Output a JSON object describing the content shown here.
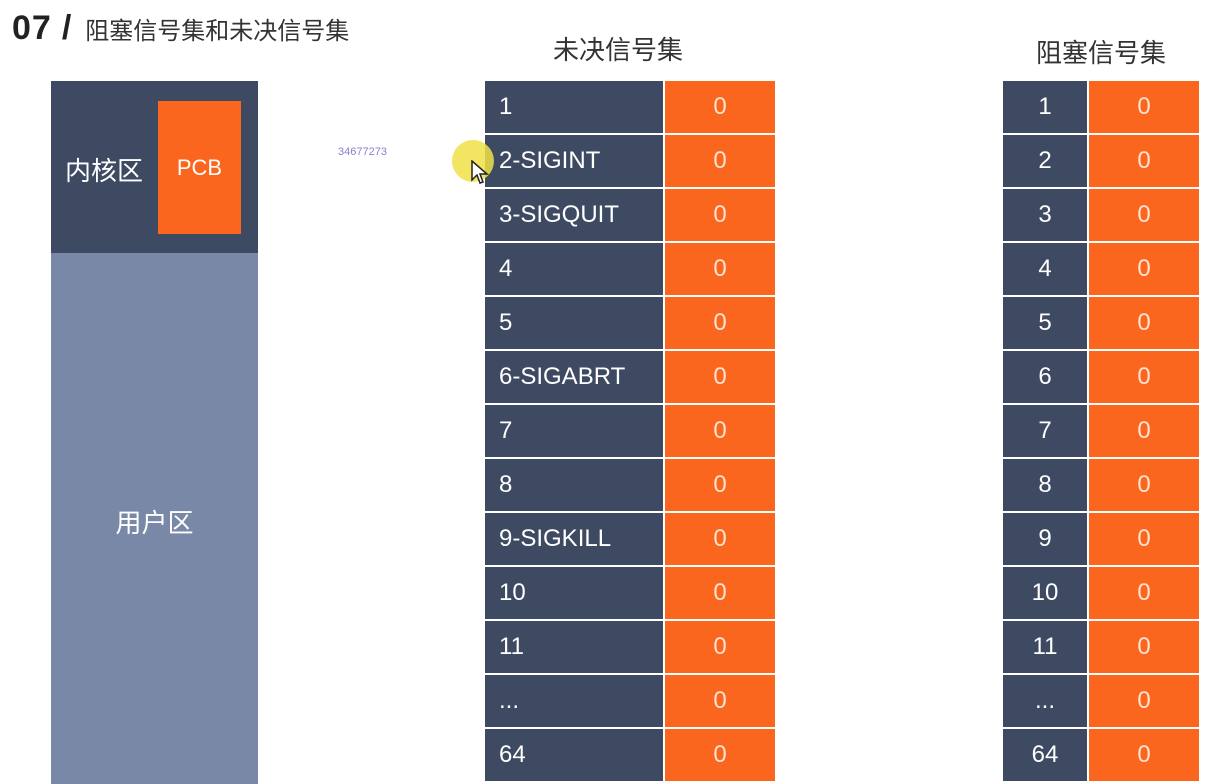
{
  "slide": {
    "number": "07",
    "slash": "/",
    "title": "阻塞信号集和未决信号集"
  },
  "memory": {
    "kernel_label": "内核区",
    "pcb_label": "PCB",
    "user_label": "用户区"
  },
  "watermark": "34677273",
  "pending_set": {
    "title": "未决信号集",
    "rows": [
      {
        "name": "1",
        "value": "0"
      },
      {
        "name": "2-SIGINT",
        "value": "0"
      },
      {
        "name": "3-SIGQUIT",
        "value": "0"
      },
      {
        "name": "4",
        "value": "0"
      },
      {
        "name": "5",
        "value": "0"
      },
      {
        "name": "6-SIGABRT",
        "value": "0"
      },
      {
        "name": "7",
        "value": "0"
      },
      {
        "name": "8",
        "value": "0"
      },
      {
        "name": "9-SIGKILL",
        "value": "0"
      },
      {
        "name": "10",
        "value": "0"
      },
      {
        "name": "11",
        "value": "0"
      },
      {
        "name": "...",
        "value": "0"
      },
      {
        "name": "64",
        "value": "0"
      }
    ]
  },
  "blocked_set": {
    "title": "阻塞信号集",
    "rows": [
      {
        "name": "1",
        "value": "0"
      },
      {
        "name": "2",
        "value": "0"
      },
      {
        "name": "3",
        "value": "0"
      },
      {
        "name": "4",
        "value": "0"
      },
      {
        "name": "5",
        "value": "0"
      },
      {
        "name": "6",
        "value": "0"
      },
      {
        "name": "7",
        "value": "0"
      },
      {
        "name": "8",
        "value": "0"
      },
      {
        "name": "9",
        "value": "0"
      },
      {
        "name": "10",
        "value": "0"
      },
      {
        "name": "11",
        "value": "0"
      },
      {
        "name": "...",
        "value": "0"
      },
      {
        "name": "64",
        "value": "0"
      }
    ]
  },
  "colors": {
    "dark_cell": "#3e4a62",
    "orange_cell": "#fb661e",
    "user_area": "#7a88a8"
  }
}
